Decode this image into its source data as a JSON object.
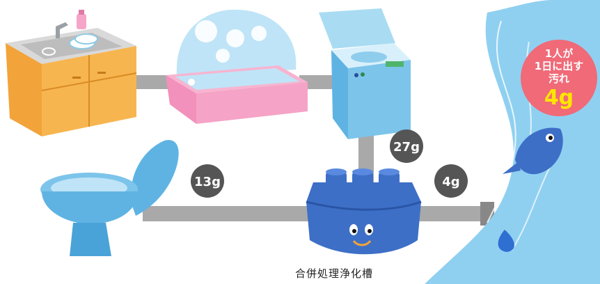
{
  "badges": {
    "toilet": "13g",
    "washer": "27g",
    "outlet": "4g"
  },
  "callout": {
    "line1": "1人が",
    "line2": "1日に出す",
    "line3": "汚れ",
    "amount": "4g"
  },
  "tank_label": "合併処理浄化槽",
  "colors": {
    "pipe": "#a9a9a9",
    "badge": "#555555",
    "callout_bg": "#f06a78",
    "callout_amount": "#ffe600",
    "river": "#7cc7ee",
    "tank": "#3d6fc7"
  }
}
